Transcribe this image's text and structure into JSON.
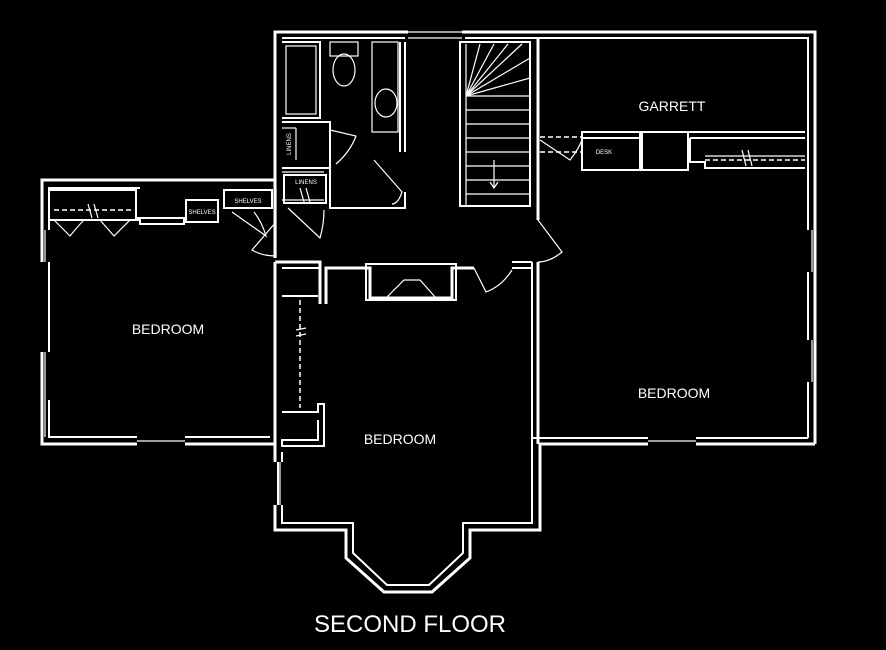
{
  "plan": {
    "title": "SECOND FLOOR",
    "rooms": {
      "bedroom_left": "BEDROOM",
      "bedroom_center": "BEDROOM",
      "bedroom_right": "BEDROOM",
      "garrett": "GARRETT"
    },
    "fixtures": {
      "linens_vertical": "LINENS",
      "linens_horizontal": "LINENS",
      "shelves_left": "SHELVES",
      "shelves_right": "SHELVES",
      "desk": "DESK"
    }
  }
}
